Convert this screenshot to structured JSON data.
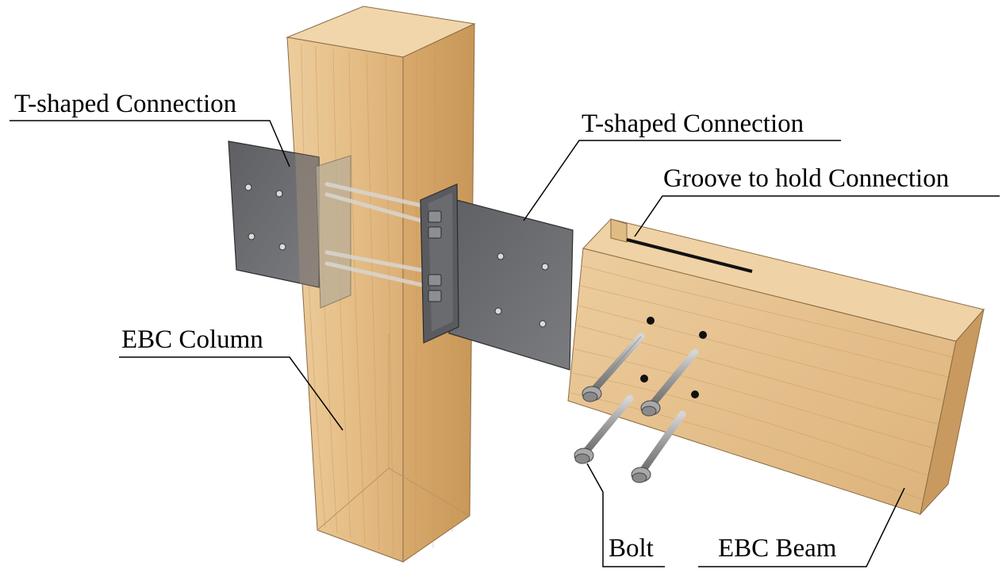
{
  "labels": {
    "tconn_left": "T-shaped Connection",
    "tconn_right": "T-shaped Connection",
    "groove": "Groove to hold Connection",
    "column": "EBC Column",
    "bolt": "Bolt",
    "beam": "EBC Beam"
  },
  "colors": {
    "wood_light": "#ecc896",
    "wood_mid": "#ddb079",
    "wood_dark": "#c99a5f",
    "steel": "#6f7073",
    "steel_dark": "#4d4e51",
    "bolt": "#9c9c9c"
  }
}
